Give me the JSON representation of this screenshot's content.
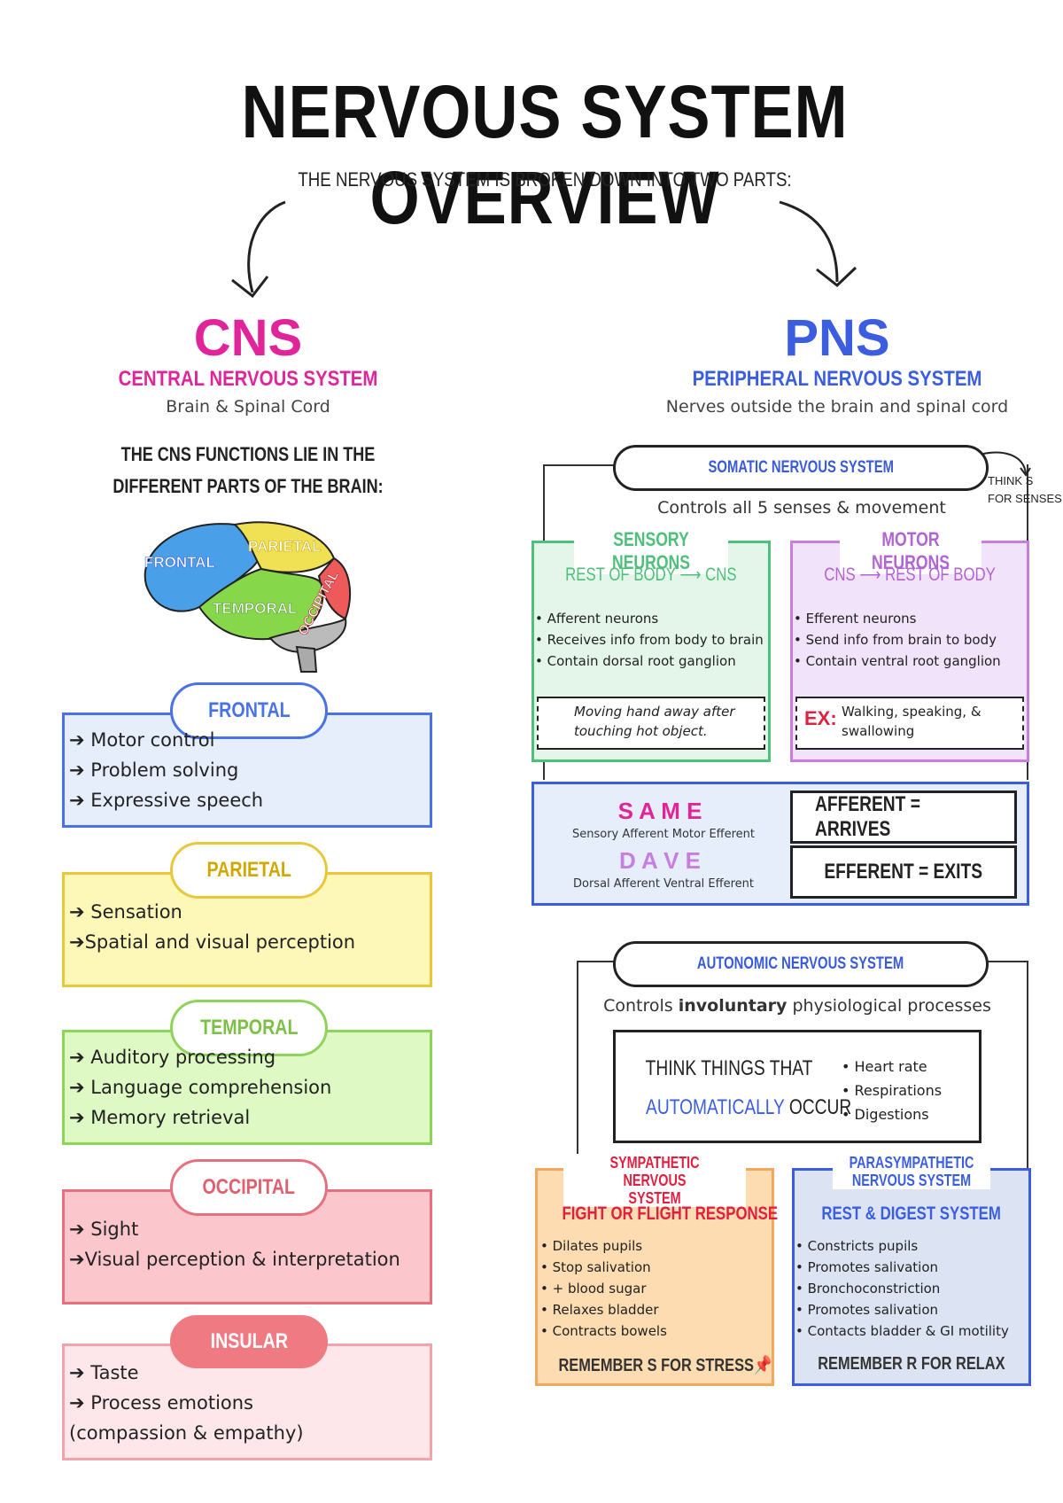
{
  "title": "NERVOUS SYSTEM OVERVIEW",
  "subtitle": "THE NERVOUS SYSTEM IS BROKEN DOWN INTO TWO PARTS:",
  "colors": {
    "cns": "#e0259a",
    "pns": "#3b5ee0",
    "frontal": "#4a72e8",
    "parietal": "#e8c83a",
    "temporal": "#8fd45a",
    "occipital": "#e8707e",
    "insular": "#f07a82",
    "sensory": "#4ec07a",
    "motor": "#c77ee0",
    "sympathetic": "#f0a860",
    "parasympathetic": "#3b5ee0"
  },
  "cns": {
    "abbr": "CNS",
    "full": "CENTRAL NERVOUS SYSTEM",
    "desc": "Brain & Spinal Cord",
    "functions_line1": "THE CNS FUNCTIONS LIE IN THE",
    "functions_line2": "DIFFERENT PARTS OF THE BRAIN:",
    "brain_labels": {
      "frontal": "FRONTAL",
      "parietal": "PARIETAL",
      "temporal": "TEMPORAL",
      "occipital": "OCCIPITAL"
    },
    "lobes": [
      {
        "name": "FRONTAL",
        "items": [
          "➔ Motor control",
          "➔ Problem solving",
          "➔ Expressive speech"
        ]
      },
      {
        "name": "PARIETAL",
        "items": [
          "➔ Sensation",
          "➔Spatial and visual perception"
        ]
      },
      {
        "name": "TEMPORAL",
        "items": [
          "➔ Auditory processing",
          "➔ Language comprehension",
          "➔ Memory retrieval"
        ]
      },
      {
        "name": "OCCIPITAL",
        "items": [
          "➔ Sight",
          "➔Visual perception & interpretation"
        ]
      },
      {
        "name": "INSULAR",
        "items": [
          "➔ Taste",
          "➔ Process emotions",
          "(compassion & empathy)"
        ]
      }
    ]
  },
  "pns": {
    "abbr": "PNS",
    "full": "PERIPHERAL NERVOUS SYSTEM",
    "desc": "Nerves outside  the brain and spinal cord",
    "somatic": {
      "title": "SOMATIC NERVOUS SYSTEM",
      "desc": "Controls all 5 senses & movement",
      "note_line1": "THINK S",
      "note_line2": "FOR SENSES",
      "sensory": {
        "title": "SENSORY NEURONS",
        "dir": "REST OF BODY ⟶ CNS",
        "items": [
          "• Afferent neurons",
          "• Receives info from body to brain",
          "• Contain dorsal root ganglion"
        ],
        "example": "Moving hand away after touching hot object."
      },
      "motor": {
        "title": "MOTOR NEURONS",
        "dir": "CNS ⟶ REST OF BODY",
        "items": [
          "• Efferent neurons",
          "• Send info from brain to body",
          "• Contain ventral root ganglion"
        ],
        "example_label": "EX:",
        "example": "Walking, speaking, & swallowing"
      },
      "same": {
        "word": "S A M E",
        "line": "Sensory Afferent Motor Efferent"
      },
      "dave": {
        "word": "D A V E",
        "line": "Dorsal Afferent Ventral Efferent"
      },
      "afferent": "AFFERENT = ARRIVES",
      "efferent": "EFFERENT = EXITS"
    },
    "autonomic": {
      "title": "AUTONOMIC NERVOUS SYSTEM",
      "desc_pre": "Controls ",
      "desc_bold": "involuntary",
      "desc_post": " physiological processes",
      "think_line1": "THINK THINGS THAT",
      "think_line2a": "AUTOMATICALLY",
      "think_line2b": " OCCUR",
      "examples": [
        "• Heart rate",
        "• Respirations",
        "• Digestions"
      ],
      "sympathetic": {
        "title1": "SYMPATHETIC NERVOUS",
        "title2": "SYSTEM",
        "response": "FIGHT OR FLIGHT RESPONSE",
        "items": [
          "• Dilates pupils",
          "• Stop salivation",
          "• + blood sugar",
          "• Relaxes bladder",
          "• Contracts bowels"
        ],
        "remember": "REMEMBER S FOR STRESS📌"
      },
      "parasympathetic": {
        "title1": "PARASYMPATHETIC",
        "title2": "NERVOUS SYSTEM",
        "response": "REST & DIGEST SYSTEM",
        "items": [
          "• Constricts pupils",
          "• Promotes salivation",
          "• Bronchoconstriction",
          "• Promotes salivation",
          "•  Contacts bladder & GI motility"
        ],
        "remember": "REMEMBER R FOR RELAX"
      }
    }
  }
}
